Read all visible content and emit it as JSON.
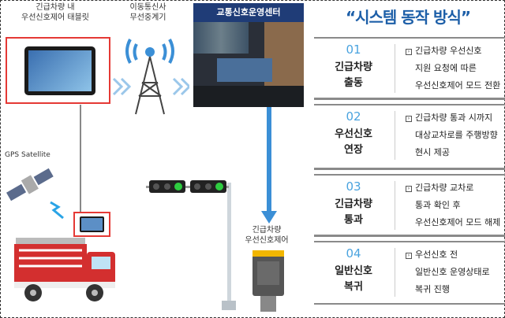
{
  "left": {
    "tablet_label": [
      "긴급차량 내",
      "우선신호제어 태블릿"
    ],
    "relay_label": [
      "이동통신사",
      "무선중계기"
    ],
    "center_title": "교통신호운영센터",
    "gps_label": "GPS Satellite",
    "signal_label": [
      "긴급차량",
      "우선신호제어"
    ]
  },
  "panel": {
    "title": "“시스템 동작 방식”",
    "steps": [
      {
        "num": "01",
        "name": [
          "긴급차량",
          "출동"
        ],
        "desc": [
          "긴급차량 우선신호",
          "지원 요청에 따른",
          "우선신호제어 모드 전환"
        ]
      },
      {
        "num": "02",
        "name": [
          "우선신호",
          "연장"
        ],
        "desc": [
          "긴급차량 통과 시까지",
          "대상교차로를 주행방향",
          "현시 제공"
        ]
      },
      {
        "num": "03",
        "name": [
          "긴급차량",
          "통과"
        ],
        "desc": [
          "긴급차량 교차로",
          "통과 확인 후",
          "우선신호제어 모드 해제"
        ]
      },
      {
        "num": "04",
        "name": [
          "일반신호",
          "복귀"
        ],
        "desc": [
          "우선신호 전",
          "일반신호 운영상태로",
          "복귀 진행"
        ]
      }
    ]
  },
  "colors": {
    "accent": "#1d5fa8",
    "number": "#4aa3df",
    "red": "#e53935",
    "arrow": "#3b8fd6",
    "green": "#2ecc40"
  }
}
